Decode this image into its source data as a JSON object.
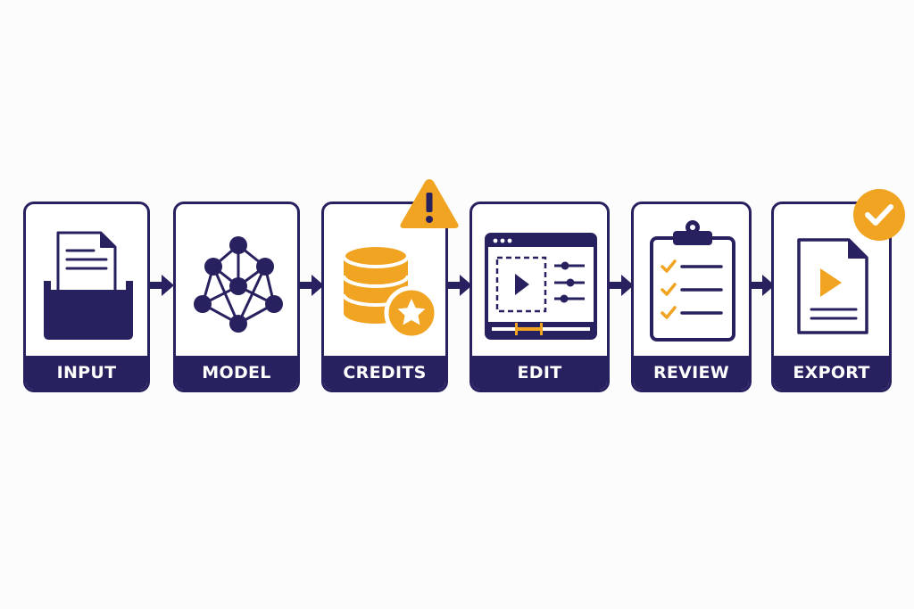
{
  "steps": [
    {
      "label": "INPUT",
      "icon": "document-folder-icon"
    },
    {
      "label": "MODEL",
      "icon": "neural-network-icon"
    },
    {
      "label": "CREDITS",
      "icon": "coin-stack-star-icon"
    },
    {
      "label": "EDIT",
      "icon": "video-editor-icon"
    },
    {
      "label": "REVIEW",
      "icon": "clipboard-checklist-icon"
    },
    {
      "label": "EXPORT",
      "icon": "video-file-icon"
    }
  ],
  "badges": {
    "warning": {
      "icon": "warning-icon",
      "attached_to": "CREDITS"
    },
    "success": {
      "icon": "check-icon",
      "attached_to": "EXPORT"
    }
  },
  "colors": {
    "navy": "#27215f",
    "accent": "#f0a422",
    "background": "#fcfcfd"
  }
}
